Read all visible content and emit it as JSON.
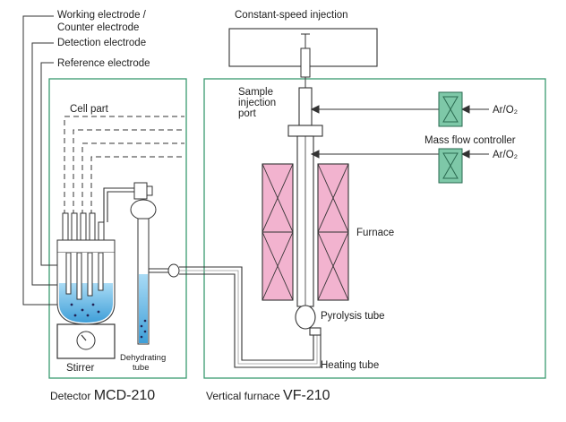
{
  "labels": {
    "working_electrode": [
      "Working electrode /",
      "Counter electrode"
    ],
    "detection_electrode": "Detection electrode",
    "reference_electrode": "Reference electrode",
    "cell_part": "Cell part",
    "constant_speed_injection": "Constant-speed injection",
    "sample_injection_port": [
      "Sample",
      "injection",
      "port"
    ],
    "gas_top": "Ar/O₂",
    "gas_bottom": "Ar/O₂",
    "mass_flow_controller": "Mass flow controller",
    "furnace": "Furnace",
    "pyrolysis_tube": "Pyrolysis tube",
    "heating_tube": "Heating tube",
    "stirrer": "Stirrer",
    "dehydrating_tube": [
      "Dehydrating",
      "tube"
    ]
  },
  "captions": {
    "detector_prefix": "Detector ",
    "detector_model": "MCD-210",
    "furnace_prefix": "Vertical furnace ",
    "furnace_model": "VF-210"
  },
  "colors": {
    "panel_border": "#3a9a70",
    "furnace_fill": "#f2b3cf",
    "mfc_fill": "#7ec8a8",
    "liquid": "#7fc3e8"
  }
}
